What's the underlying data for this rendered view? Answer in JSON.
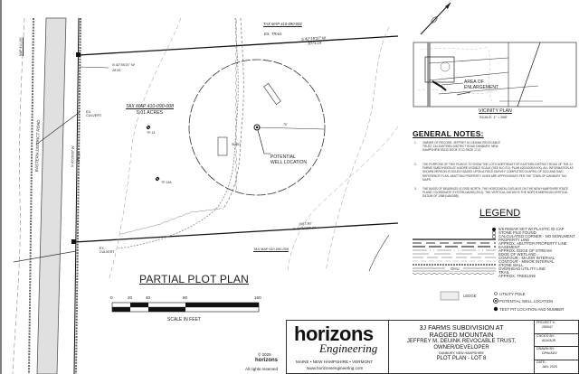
{
  "plan": {
    "title": "PARTIAL PLOT PLAN",
    "scale_bar": {
      "ticks": [
        "0",
        "20",
        "40",
        "80",
        "160"
      ],
      "label": "SCALE IN FEET"
    },
    "labels": {
      "tax_map_north": "TAX MAP 410-090-002",
      "ex_trail": "EX. TRAIL",
      "bearing_north": "S 42°19'37\" W",
      "distance_north": "1073.19'",
      "bearing_west_short": "N 42°59'21\" W",
      "distance_west_short": "28.81'",
      "tax_map_lot": "TAX MAP 410-090-008",
      "lot_area": "5.01 ACRES",
      "ex_culvert_top": "EX. CULVERT",
      "ex_culvert_bottom": "EX. CULVERT",
      "road_name": "EASTERN DISTRICT ROAD",
      "bearing_road": "N 40°25'09\" W",
      "distance_road": "176.19'",
      "tp1": "TP-13",
      "tp2": "TP-13A",
      "shed": "SHED",
      "potential_well_1": "POTENTIAL",
      "potential_well_2": "WELL LOCATION",
      "radius": "75'",
      "distance_south": "1067.90'",
      "bearing_south": "S 42°19'37\" W",
      "tax_map_south": "TAX MAP 410-090-009",
      "map_left": "MAP 410-090"
    }
  },
  "vicinity": {
    "area_label_1": "AREA OF",
    "area_label_2": "ENLARGEMENT",
    "title": "VICINITY PLAN",
    "scale": "SCALE: 1\" = 500'"
  },
  "general_notes": {
    "title": "GENERAL NOTES:",
    "items": [
      {
        "num": "1.",
        "text": "OWNER OF RECORD: JEFFREY M. DEUINK REVOCABLE TRUST 234 EASTERN DISTRICT ROAD DANBURY, NEW HAMPSHIRE 03230 BOOK 3712 PAGE 1713"
      },
      {
        "num": "2.",
        "text": "THE PURPOSE OF THIS PLAN IS TO SHOW THE LOTS NORTHEAST OF EASTERN DISTRICT ROAD OF THE 3J FARMS SUBDIVISION AT A MORE LEGIBLE SCALE (SEE M.C.R.D. PLAN #2024000XXXX). ALL INFORMATION AS SHOWN HEREON IS SOLELY BASED UPON A FIELD SURVEY COMPLETED IN APRIL OF 2022 AND SAID REFERENCE PLAN. ABUTTING PROPERTY LINES ARE APPROXIMATE PER THE TOWN OF DANBURY TAX MAPS."
      },
      {
        "num": "3.",
        "text": "THE BASIS OF BEARINGS IS GRID NORTH. THE HORIZONTAL DATUM IS ON THE NEW HAMPSHIRE STATE PLANE COORDINATE SYSTEM NAD83 (2011). THE VERTICAL DATUM IS THE NORTH AMERICAN VERTICAL DATUM OF 1988 (NAVD88)."
      }
    ]
  },
  "legend": {
    "title": "LEGEND",
    "items": [
      "5/8 REBAR SET W/ PLASTIC ID CAP",
      "STONE PILE FOUND",
      "CALCULATED CORNER - NO MONUMENT",
      "PROPERTY LINE",
      "APPROX. ABUTTER PROPERTY LINE",
      "EASEMENT",
      "APPROX. EDGE OF STREAM",
      "EDGE OF WETLAND",
      "CONTOUR - MAJOR INTERVAL",
      "CONTOUR - MINOR INTERVAL",
      "STONE WALL",
      "OVERHEAD UTILITY LINE",
      "TRAIL",
      "APPROX. TREELINE"
    ],
    "ohu_tag": "OHU",
    "ledge": "LEDGE",
    "utility_pole": "UTILITY POLE",
    "well": "POTENTIAL WELL LOCATION",
    "test_pit": "TEST PIT LOCATION AND NUMBER"
  },
  "title_block": {
    "company_line1": "horizons",
    "company_line2": "Engineering",
    "states": "MAINE • NEW HAMPSHIRE • VERMONT",
    "website": "www.horizonsengineering.com",
    "project_line1": "3J FARMS SUBDIVISION AT",
    "project_line2": "RAGGED MOUNTAIN",
    "owner_line1": "JEFFREY M. DEUINK REVOCABLE TRUST,",
    "owner_line2": "OWNER/DEVELOPER",
    "location": "DANBURY, NEW HAMPSHIRE",
    "sheet": "PLOT PLAN - LOT 8",
    "fields": [
      {
        "label": "PROJECT #:",
        "value": "250047"
      },
      {
        "label": "CHCK'D BY:",
        "value": "ADV/AJR"
      },
      {
        "label": "DRAWN BY:",
        "value": "DPW/ADV"
      },
      {
        "label": "DATE:",
        "value": "JAN. 2025"
      }
    ]
  },
  "copyright": {
    "year": "© 2025",
    "logo": "horizons",
    "rights": "All rights reserved"
  }
}
